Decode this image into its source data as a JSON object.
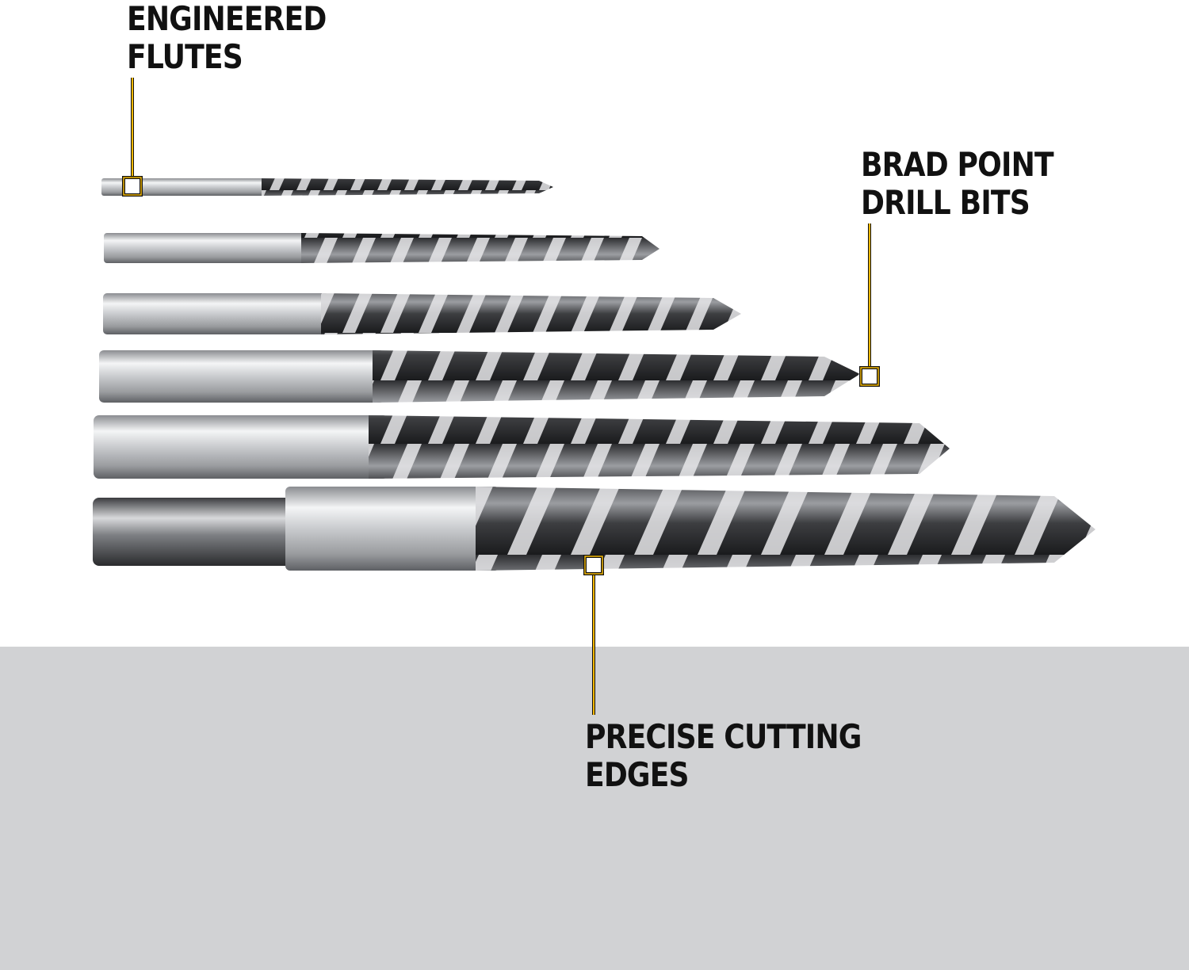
{
  "callouts": {
    "flutes": {
      "line1": "ENGINEERED",
      "line2": "FLUTES"
    },
    "brad_point": {
      "line1": "BRAD POINT",
      "line2": "DRILL BITS"
    },
    "cutting_edges": {
      "line1": "PRECISE CUTTING",
      "line2": "EDGES"
    }
  },
  "colors": {
    "accent": "#f2b705",
    "background_top": "#ffffff",
    "background_bottom": "#d1d2d4",
    "text": "#111111"
  },
  "icons": [
    "drill-bit-image",
    "callout-marker-icon"
  ]
}
